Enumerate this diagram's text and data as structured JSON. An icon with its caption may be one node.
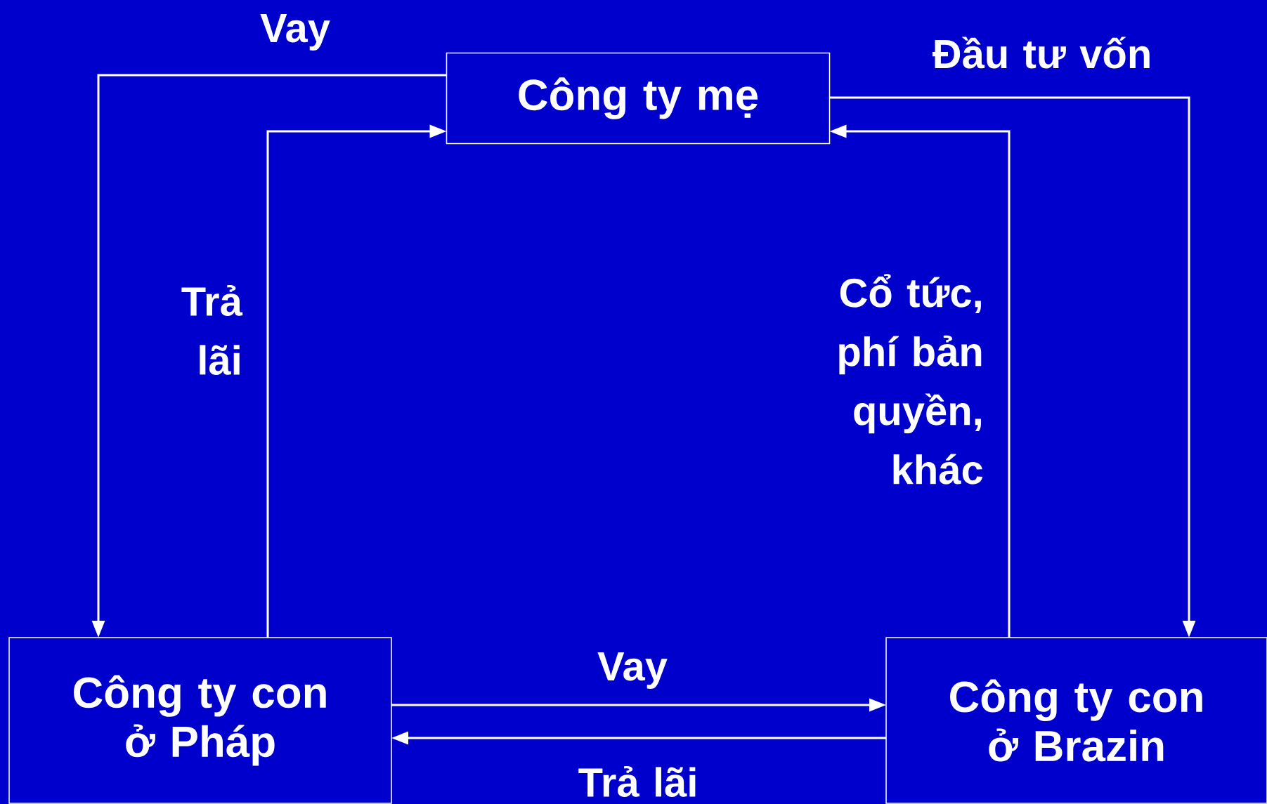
{
  "diagram": {
    "nodes": [
      {
        "text": [
          "Công ty mẹ"
        ]
      },
      {
        "text": [
          "Công ty con ở Pháp"
        ]
      },
      {
        "text": [
          "Công ty con ở Brazin"
        ]
      }
    ],
    "edges": [
      {
        "from": 0,
        "to": 1,
        "arrow": "to",
        "label": "Vay"
      },
      {
        "from": 1,
        "to": 0,
        "arrow": "to",
        "label": "Trả lãi"
      },
      {
        "from": 0,
        "to": 2,
        "arrow": "to",
        "label": "Đầu tư vốn"
      },
      {
        "from": 2,
        "to": 0,
        "arrow": "to",
        "label": "Cổ tức, phí bản quyền, khác"
      },
      {
        "from": 1,
        "to": 2,
        "arrow": "to",
        "label": "Vay"
      },
      {
        "from": 2,
        "to": 1,
        "arrow": "to",
        "label": "Trả lãi"
      }
    ]
  }
}
